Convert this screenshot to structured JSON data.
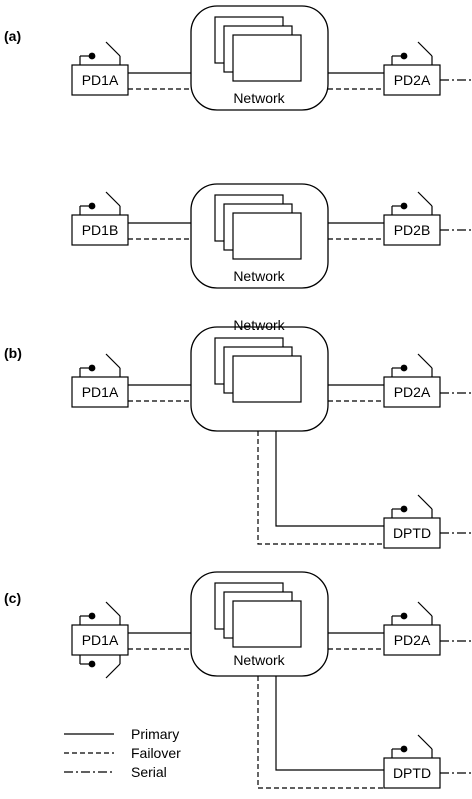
{
  "diagram": {
    "panels": [
      {
        "label": "(a)"
      },
      {
        "label": "(b)"
      },
      {
        "label": "(c)"
      }
    ],
    "devices": {
      "pd1a": "PD1A",
      "pd2a": "PD2A",
      "pd1b": "PD1B",
      "pd2b": "PD2B",
      "dptd": "DPTD"
    },
    "network_label": "Network",
    "legend": {
      "primary": "Primary",
      "failover": "Failover",
      "serial": "Serial"
    },
    "colors": {
      "stroke": "#000000",
      "background": "#ffffff"
    }
  }
}
